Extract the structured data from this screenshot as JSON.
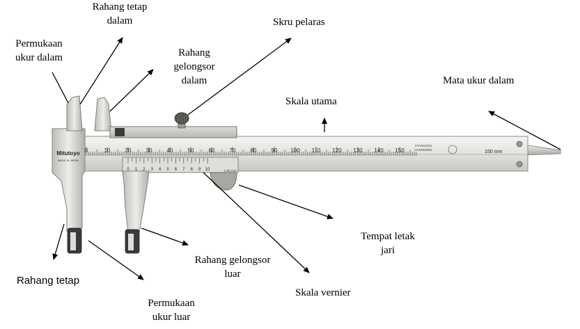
{
  "labels": {
    "rahang_tetap_dalam_1": "Rahang tetap",
    "rahang_tetap_dalam_2": "dalam",
    "permukaan_ukur_dalam_1": "Permukaan",
    "permukaan_ukur_dalam_2": "ukur dalam",
    "rahang_gelongsor_dalam_1": "Rahang",
    "rahang_gelongsor_dalam_2": "gelongsor",
    "rahang_gelongsor_dalam_3": "dalam",
    "skru_pelaras": "Skru pelaras",
    "skala_utama": "Skala utama",
    "mata_ukur_dalam": "Mata ukur dalam",
    "tempat_letak_jari_1": "Tempat letak",
    "tempat_letak_jari_2": "jari",
    "rahang_gelongsor_luar_1": "Rahang gelongsor",
    "rahang_gelongsor_luar_2": "luar",
    "rahang_tetap": "Rahang tetap",
    "skala_vernier": "Skala vernier",
    "permukaan_ukur_luar_1": "Permukaan",
    "permukaan_ukur_luar_2": "ukur luar"
  },
  "caliper": {
    "brand": "Mitutoyo",
    "brand_sub": "MADE IN JAPAN",
    "main_scale": [
      "0",
      "10",
      "20",
      "30",
      "40",
      "50",
      "60",
      "70",
      "80",
      "90",
      "100",
      "110",
      "120",
      "130",
      "140",
      "150"
    ],
    "unit_label": "150 mm",
    "stainless_1": "STAINLESS",
    "stainless_2": "HARDENED",
    "vernier_scale": [
      "0",
      "1",
      "2",
      "3",
      "4",
      "5",
      "6",
      "7",
      "8",
      "9",
      "10"
    ],
    "vernier_res": "0.05 mm"
  },
  "colors": {
    "steel_light": "#e8e8e6",
    "steel_mid": "#cfcfcc",
    "steel_dark": "#8e8e8a",
    "ink": "#000000"
  }
}
